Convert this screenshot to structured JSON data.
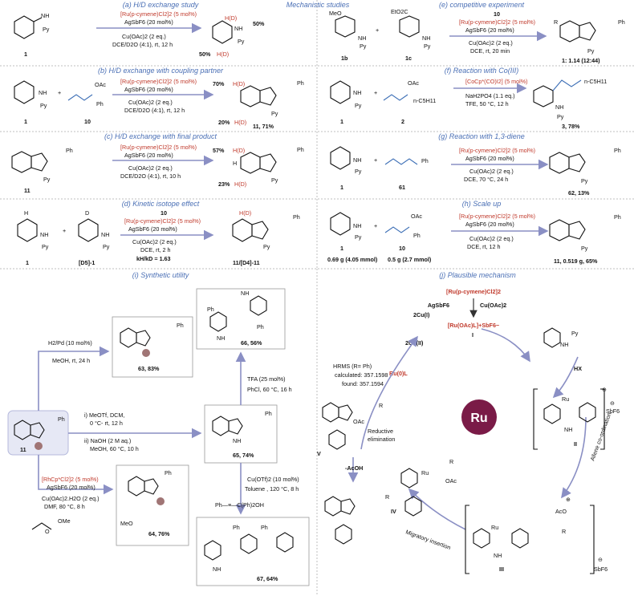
{
  "headers": {
    "a": "(a) H/D exchange study",
    "mech": "Mechanistic studies",
    "e": "(e) competitive experiment",
    "b": "(b) H/D exchange with coupling partner",
    "f": "(f) Reaction with Co(III)",
    "c": "(c) H/D exchange with final product",
    "g": "(g) Reaction with 1,3-diene",
    "d": "(d) Kinetic isotope effect",
    "h": "(h) Scale up",
    "i": "(i) Synthetic utility",
    "j": "(j) Plausible mechanism"
  },
  "a": {
    "nh": "NH",
    "py": "Py",
    "sm_label": "1",
    "cat": "[Ru(p-cymene)Cl2]2 (5 mol%)",
    "add": "AgSbF6 (20 mol%)",
    "ox": "Cu(OAc)2 (2 eq.)",
    "cond": "DCE/D2O (4:1), rt, 12 h",
    "hd_top": "H(D)",
    "pct_top": "50%",
    "pct_bot": "50%",
    "hd_bot": "H(D)"
  },
  "e": {
    "meo": "MeO",
    "plus": "+",
    "ester": "EtO2C",
    "sm1": "1b",
    "sm2": "1c",
    "reagent": "10",
    "cond": "DCE, rt, 20 min",
    "r": "R",
    "ph": "Ph",
    "ratio": "1: 1.14 (12:44)"
  },
  "b": {
    "sm1": "1",
    "oac": "OAc",
    "ph": "Ph",
    "sm2": "10",
    "pct_top": "70%",
    "pct_bot": "20%",
    "product": "11, 71%"
  },
  "f": {
    "sm1": "1",
    "chain": "n-C5H11",
    "sm2": "2",
    "cat": "[CoCp*(CO)I2] (5 mol%)",
    "base": "NaH2PO4 (1.1 eq.)",
    "cond": "TFE, 50 °C, 12 h",
    "product": "3, 78%"
  },
  "c": {
    "sm": "11",
    "cond": "DCE/D2O (4:1), rt, 10 h",
    "pct_top": "57%",
    "h5": "H",
    "pct_bot": "23%"
  },
  "g": {
    "sm1": "1",
    "sm2": "61",
    "cond": "DCE, 70 °C, 24 h",
    "product": "62, 13%"
  },
  "d": {
    "h": "H",
    "d": "D",
    "sm1": "1",
    "sm2": "[D5]-1",
    "reagent": "10",
    "cond": "DCE, rt, 2 h",
    "kie": "kH/kD = 1.63",
    "product": "11/[D4]-11"
  },
  "h": {
    "sm1": "1",
    "amt1": "0.69 g (4.05 mmol)",
    "sm2": "10",
    "amt2": "0.5 g (2.7 mmol)",
    "cond": "DCE, rt, 12 h",
    "product": "11, 0.519 g, 65%"
  },
  "i": {
    "hub": "11",
    "r1a": "H2/Pd (10 mol%)",
    "r1b": "MeOH, rt, 24 h",
    "p63": "63, 83%",
    "r2a": "i) MeOTf, DCM,",
    "r2b": "0 °C- rt, 12 h",
    "r2c": "ii) NaOH (2 M aq.)",
    "r2d": "MeOH, 60 °C, 10 h",
    "nh": "NH",
    "p65": "65, 74%",
    "r3a": "TFA (25 mol%)",
    "r3b": "PhCl, 60 °C, 16 h",
    "ph2": "Ph",
    "p66": "66, 56%",
    "r4a": "Cu(OTf)2 (10 mol%)",
    "r4b": "Toluene , 120 °C, 8 h",
    "r4c": "Ph—≡—C(Ph)2OH",
    "p67": "67, 64%",
    "r5a": "[RhCp*Cl2]2 (5 mol%)",
    "r5b": "Cu(OAc)2.H2O (2 eq.)",
    "r5c": "DMF, 80 °C, 8 h",
    "ome": "OMe",
    "o": "O",
    "meo2c": "MeO",
    "p64": "64, 76%"
  },
  "j": {
    "precat": "[Ru(p-cymene)Cl2]2",
    "agsbf6": "AgSbF6",
    "cuoac": "Cu(OAc)2",
    "cu1": "2Cu(I)",
    "active": "[Ru(OAc)L]+SbF6−",
    "label_I": "I",
    "cu2": "2Cu(II)",
    "ru0": "Ru(0)L",
    "hrms1": "HRMS (R= Ph)",
    "hrms2": "calculated: 357.1598",
    "hrms3": "found: 357.1594",
    "hx": "HX",
    "plus": "⊕",
    "minus": "⊖",
    "sbf6": "SbF6",
    "ru_l": "Ru",
    "label_II": "II",
    "ru": "Ru",
    "step_allene": "Allene co-ordination",
    "aco": "AcO",
    "r": "R",
    "label_III": "III",
    "step_migratory": "Migratory insertion",
    "oac": "OAc",
    "label_IV": "IV",
    "step_red1": "Reductive",
    "step_red2": "elimination",
    "label_V": "V",
    "acoh": "-AcOH"
  }
}
